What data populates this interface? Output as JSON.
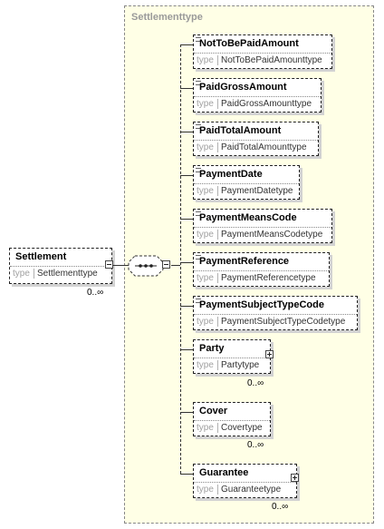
{
  "root": {
    "name": "Settlement",
    "type_label": "type",
    "type": "Settlementtype",
    "cardinality": "0..∞"
  },
  "container": {
    "title": "Settlementtype"
  },
  "children": [
    {
      "name": "NotToBePaidAmount",
      "type_label": "type",
      "type": "NotToBePaidAmounttype"
    },
    {
      "name": "PaidGrossAmount",
      "type_label": "type",
      "type": "PaidGrossAmounttype"
    },
    {
      "name": "PaidTotalAmount",
      "type_label": "type",
      "type": "PaidTotalAmounttype"
    },
    {
      "name": "PaymentDate",
      "type_label": "type",
      "type": "PaymentDatetype"
    },
    {
      "name": "PaymentMeansCode",
      "type_label": "type",
      "type": "PaymentMeansCodetype"
    },
    {
      "name": "PaymentReference",
      "type_label": "type",
      "type": "PaymentReferencetype"
    },
    {
      "name": "PaymentSubjectTypeCode",
      "type_label": "type",
      "type": "PaymentSubjectTypeCodetype"
    },
    {
      "name": "Party",
      "type_label": "type",
      "type": "Partytype",
      "cardinality": "0..∞"
    },
    {
      "name": "Cover",
      "type_label": "type",
      "type": "Covertype",
      "cardinality": "0..∞"
    },
    {
      "name": "Guarantee",
      "type_label": "type",
      "type": "Guaranteetype",
      "cardinality": "0..∞"
    }
  ]
}
